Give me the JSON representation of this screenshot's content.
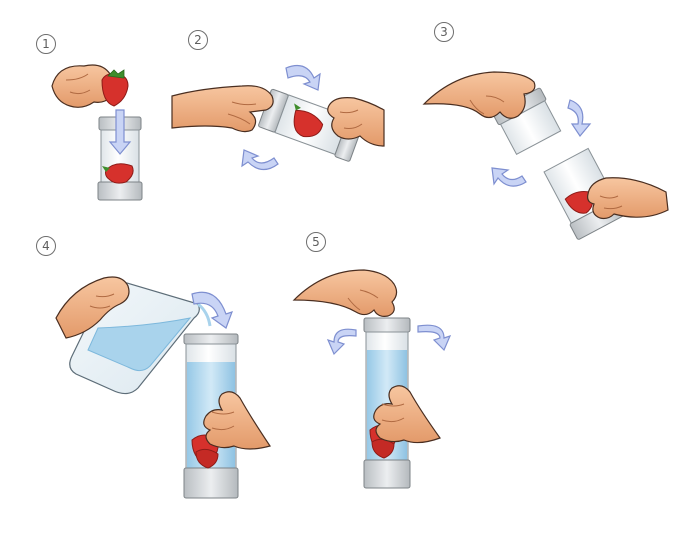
{
  "steps": [
    {
      "number": "1"
    },
    {
      "number": "2"
    },
    {
      "number": "3"
    },
    {
      "number": "4"
    },
    {
      "number": "5"
    }
  ],
  "colors": {
    "skin": "#f4b98e",
    "skin_shadow": "#d98a5c",
    "outline": "#4a2e20",
    "strawberry": "#d6312c",
    "strawberry_dark": "#8e1c18",
    "leaf": "#3f8d2c",
    "bottle_glass": "#eef2f4",
    "bottle_cap": "#cfd3d6",
    "water": "#a9d3ec",
    "water_dark": "#7db8dc",
    "arrow_fill": "#c9d4f5",
    "arrow_stroke": "#7e8fd0",
    "number_ring": "#6e6e6e"
  },
  "icons": [
    "hand-icon",
    "strawberry-icon",
    "bottle-icon",
    "pitcher-icon",
    "rotate-arrow-icon",
    "down-arrow-icon"
  ]
}
